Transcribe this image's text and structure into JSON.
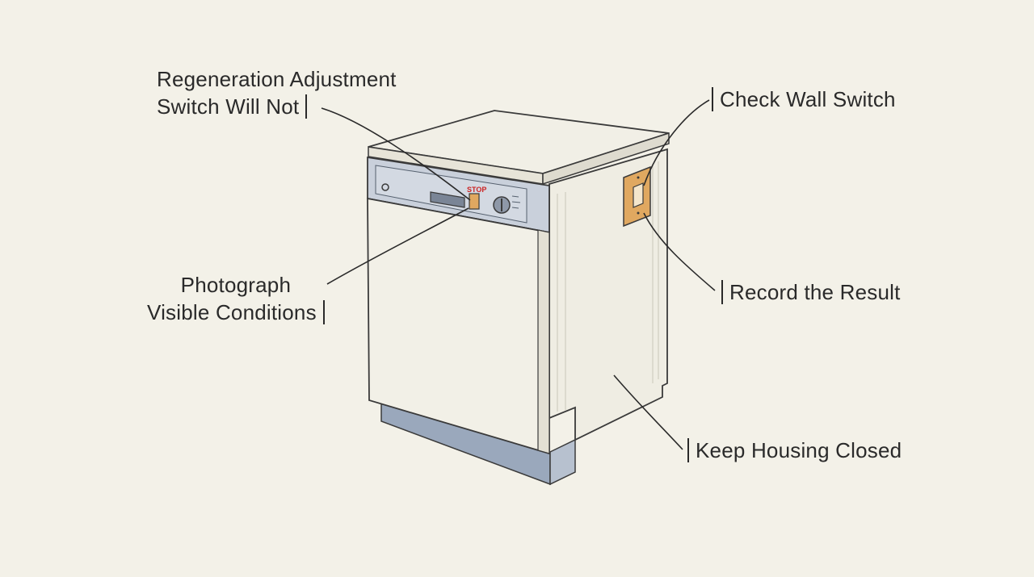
{
  "panel": {
    "stop_text": "STOP"
  },
  "callouts": {
    "regeneration": {
      "line1": "Regeneration Adjustment",
      "line2": "Switch Will Not"
    },
    "photograph": {
      "line1": "Photograph",
      "line2": "Visible Conditions"
    },
    "wall_switch": "Check Wall Switch",
    "record": "Record the Result",
    "housing": "Keep Housing Closed"
  },
  "colors": {
    "background": "#f3f1e8",
    "ink": "#2a2a2a",
    "panel": "#c9d0db",
    "kick_plate": "#9aa8bc",
    "stop_red": "#cc2222",
    "switch_amber": "#e0a860"
  }
}
